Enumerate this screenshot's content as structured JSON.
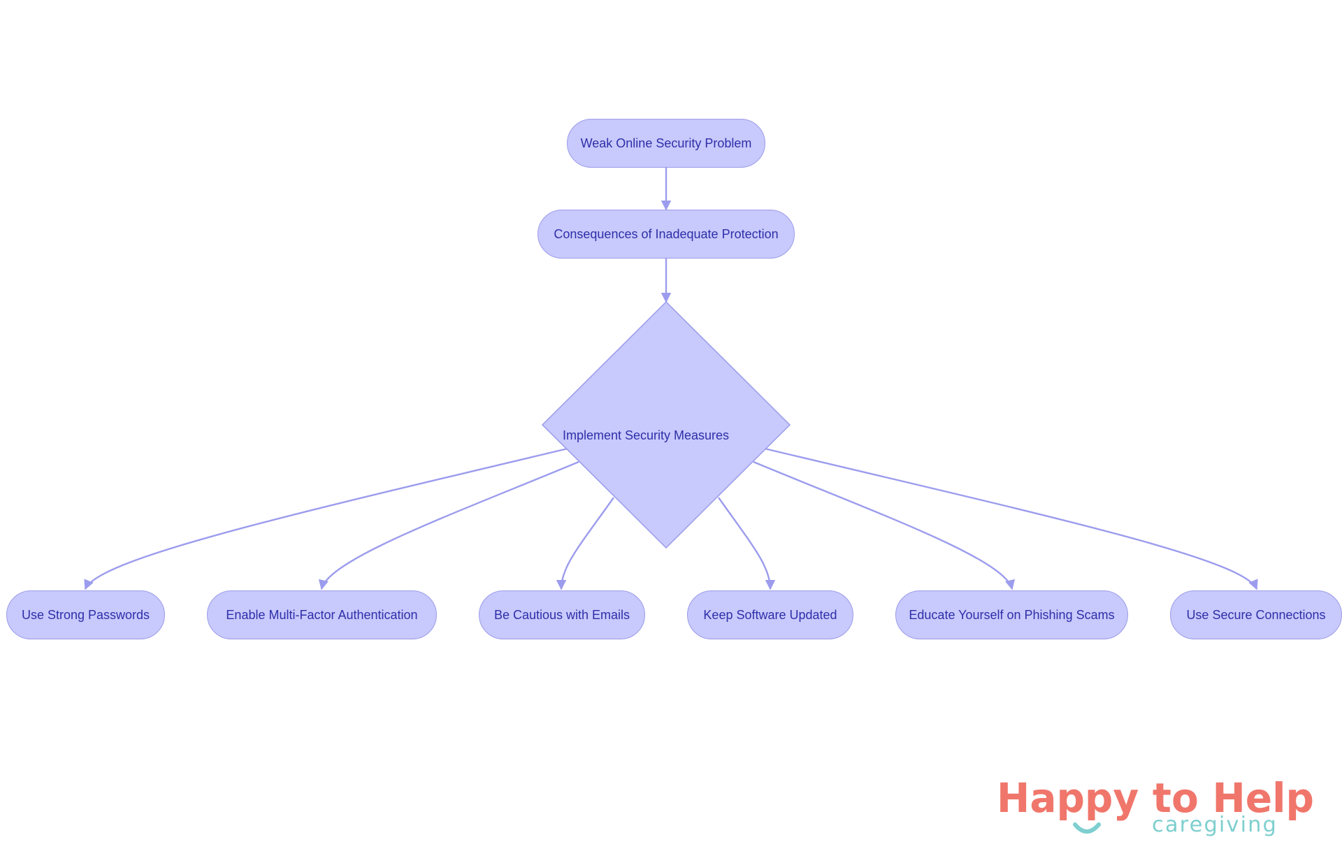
{
  "colors": {
    "node_fill": "#c8c9fc",
    "node_border": "#9b9be9",
    "node_text": "#2d2fa8",
    "edge": "#9c9cee",
    "logo_primary": "#f0766b",
    "logo_secondary": "#7ecfcf"
  },
  "diagram": {
    "nodes": {
      "problem": "Weak Online Security Problem",
      "consequences": "Consequences of Inadequate Protection",
      "decision": "Implement Security Measures",
      "passwords": "Use Strong Passwords",
      "mfa": "Enable Multi-Factor Authentication",
      "emails": "Be Cautious with Emails",
      "software": "Keep Software Updated",
      "phishing": "Educate Yourself on Phishing Scams",
      "connections": "Use Secure Connections"
    }
  },
  "logo": {
    "line1": "Happy to Help",
    "line2": "caregiving"
  }
}
